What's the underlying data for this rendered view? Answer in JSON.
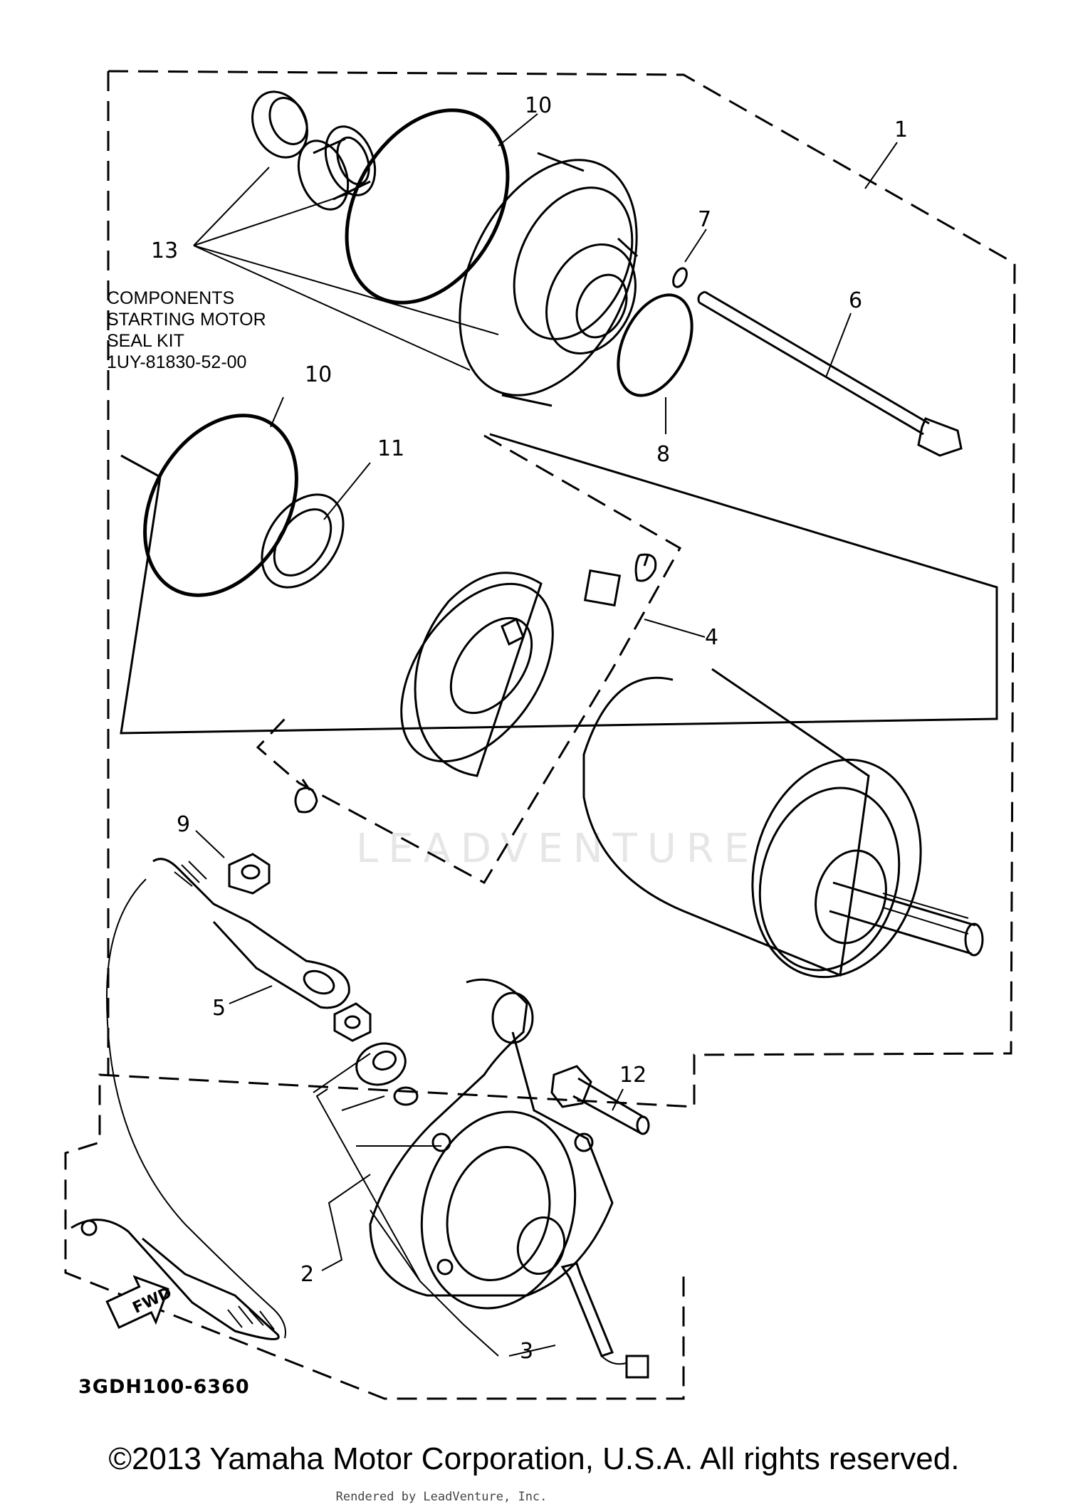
{
  "kit_note": {
    "line1": "COMPONENTS",
    "line2": "STARTING MOTOR",
    "line3": "SEAL KIT",
    "line4": "1UY-81830-52-00"
  },
  "callouts": {
    "c1": "1",
    "c2": "2",
    "c3": "3",
    "c4": "4",
    "c5": "5",
    "c6": "6",
    "c7": "7",
    "c8": "8",
    "c9": "9",
    "c10a": "10",
    "c10b": "10",
    "c11": "11",
    "c12": "12",
    "c13": "13"
  },
  "fwd_label": "FWD",
  "drawing_code": "3GDH100-6360",
  "watermark": "LEADVENTURE",
  "copyright": "©2013 Yamaha Motor Corporation, U.S.A. All rights reserved.",
  "rendered_by": "Rendered by LeadVenture, Inc."
}
